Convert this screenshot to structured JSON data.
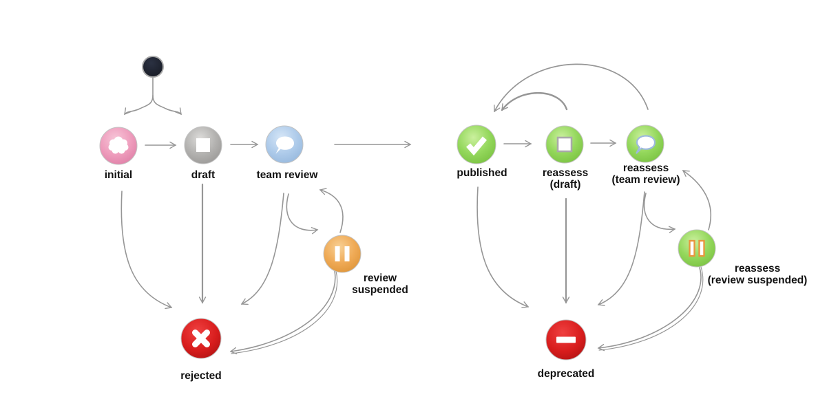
{
  "diagram": {
    "description": "workflow state diagram",
    "background_color": "#ffffff",
    "arrow_color": "#969696",
    "label_color": "#121212",
    "nodes": [
      {
        "id": "start",
        "label": "",
        "icon": "filled-dot-icon",
        "color": "#1a1e29"
      },
      {
        "id": "initial",
        "label": "initial",
        "icon": "cloud-icon",
        "color": "#ec93b5"
      },
      {
        "id": "draft",
        "label": "draft",
        "icon": "square-icon",
        "color": "#b0afad"
      },
      {
        "id": "team-review",
        "label": "team review",
        "icon": "speech-bubble-icon",
        "color": "#a9c8e9"
      },
      {
        "id": "review-suspended",
        "label_lines": [
          "review",
          "suspended"
        ],
        "icon": "pause-icon",
        "color": "#eda54f"
      },
      {
        "id": "rejected",
        "label": "rejected",
        "icon": "cross-icon",
        "color": "#d61d1d"
      },
      {
        "id": "published",
        "label": "published",
        "icon": "check-icon",
        "color": "#8ed455"
      },
      {
        "id": "reassess-draft",
        "label_lines": [
          "reassess",
          "(draft)"
        ],
        "icon": "square-outlined-icon",
        "color": "#8ed455"
      },
      {
        "id": "reassess-team-review",
        "label_lines": [
          "reassess",
          "(team review)"
        ],
        "icon": "speech-bubble-outlined-icon",
        "color": "#8ed455"
      },
      {
        "id": "reassess-review-suspended",
        "label_lines": [
          "reassess",
          "(review suspended)"
        ],
        "icon": "pause-outlined-icon",
        "color": "#8ed455"
      },
      {
        "id": "deprecated",
        "label": "deprecated",
        "icon": "minus-icon",
        "color": "#d61d1d"
      }
    ],
    "edges": [
      {
        "from": "start",
        "to": "initial"
      },
      {
        "from": "start",
        "to": "draft"
      },
      {
        "from": "initial",
        "to": "draft"
      },
      {
        "from": "draft",
        "to": "team-review"
      },
      {
        "from": "team-review",
        "to": "published"
      },
      {
        "from": "published",
        "to": "reassess-draft"
      },
      {
        "from": "reassess-draft",
        "to": "reassess-team-review"
      },
      {
        "from": "reassess-draft",
        "to": "published"
      },
      {
        "from": "reassess-team-review",
        "to": "published"
      },
      {
        "from": "initial",
        "to": "rejected"
      },
      {
        "from": "draft",
        "to": "rejected"
      },
      {
        "from": "team-review",
        "to": "rejected"
      },
      {
        "from": "team-review",
        "to": "review-suspended"
      },
      {
        "from": "review-suspended",
        "to": "team-review"
      },
      {
        "from": "review-suspended",
        "to": "rejected"
      },
      {
        "from": "published",
        "to": "deprecated"
      },
      {
        "from": "reassess-draft",
        "to": "deprecated"
      },
      {
        "from": "reassess-team-review",
        "to": "deprecated"
      },
      {
        "from": "reassess-team-review",
        "to": "reassess-review-suspended"
      },
      {
        "from": "reassess-review-suspended",
        "to": "reassess-team-review"
      },
      {
        "from": "reassess-review-suspended",
        "to": "deprecated"
      }
    ]
  }
}
